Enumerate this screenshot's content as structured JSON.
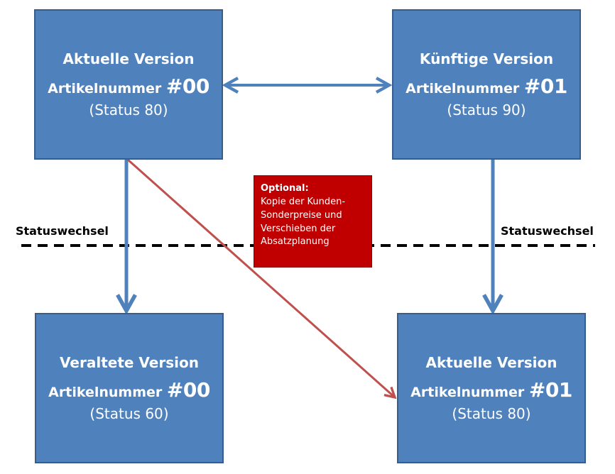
{
  "boxes": {
    "current_old": {
      "title": "Aktuelle Version",
      "label": "Artikelnummer",
      "number": "#00",
      "status": "(Status 80)"
    },
    "future_new": {
      "title": "Künftige Version",
      "label": "Artikelnummer",
      "number": "#01",
      "status": "(Status 90)"
    },
    "obsolete_old": {
      "title": "Veraltete Version",
      "label": "Artikelnummer",
      "number": "#00",
      "status": "(Status 60)"
    },
    "current_new": {
      "title": "Aktuelle Version",
      "label": "Artikelnummer",
      "number": "#01",
      "status": "(Status 80)"
    }
  },
  "status_change": {
    "left_label": "Statuswechsel",
    "right_label": "Statuswechsel"
  },
  "optional_note": {
    "heading": "Optional:",
    "lines": [
      "Kopie der Kunden-",
      "Sonderpreise und",
      "Verschieben der",
      "Absatzplanung"
    ]
  },
  "colors": {
    "box_fill": "#4f81bd",
    "box_border": "#385d8a",
    "connector_blue": "#4f81bd",
    "connector_red": "#c0504d",
    "note_fill": "#c00000"
  }
}
